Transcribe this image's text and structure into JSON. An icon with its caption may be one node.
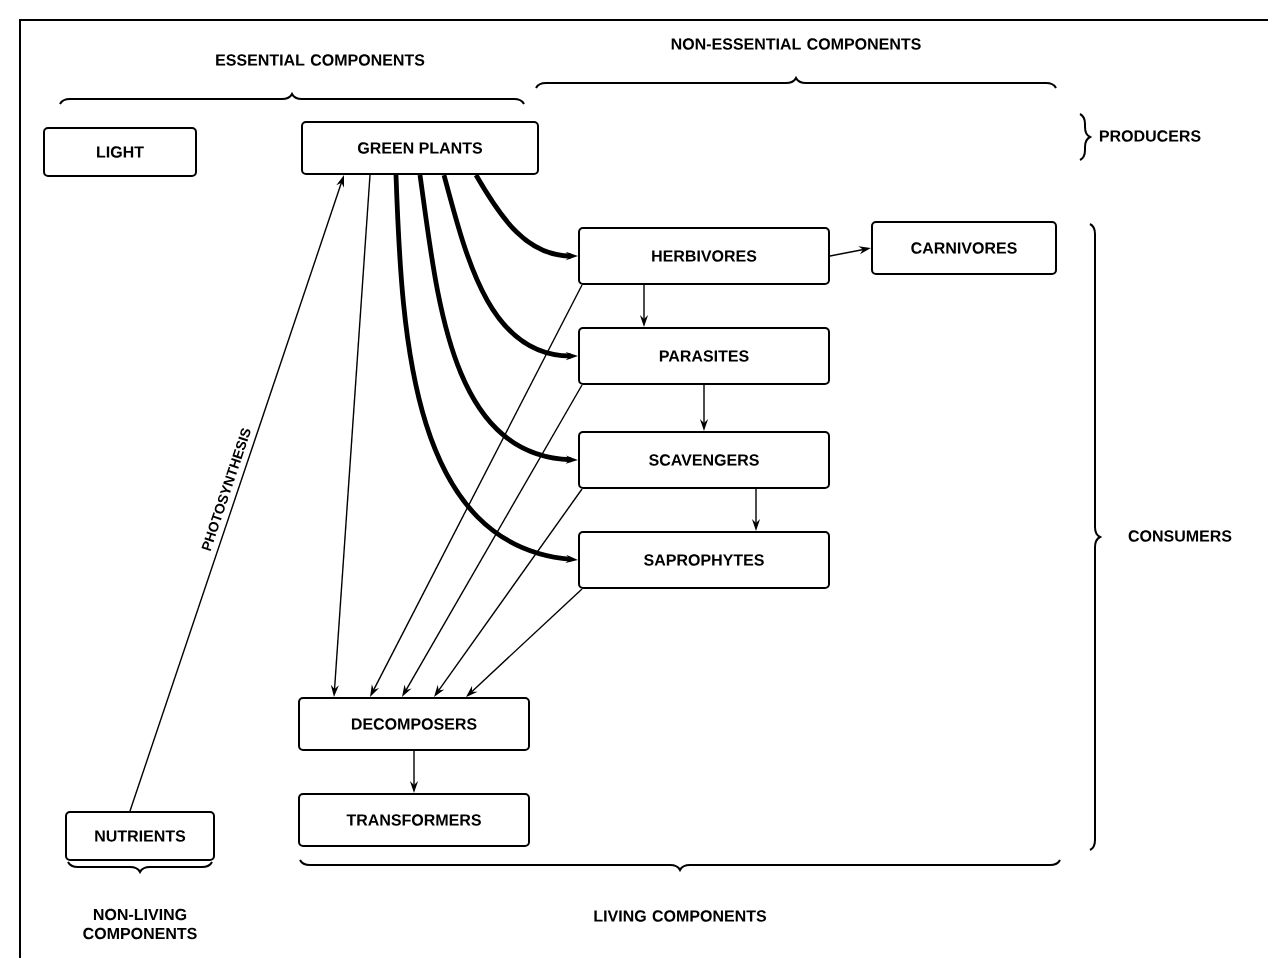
{
  "diagram": {
    "nodes": [
      {
        "text": [
          "LIGHT"
        ]
      },
      {
        "text": [
          "GREEN PLANTS"
        ]
      },
      {
        "text": [
          "HERBIVORES"
        ]
      },
      {
        "text": [
          "CARNIVORES"
        ]
      },
      {
        "text": [
          "PARASITES"
        ]
      },
      {
        "text": [
          "SCAVENGERS"
        ]
      },
      {
        "text": [
          "SAPROPHYTES"
        ]
      },
      {
        "text": [
          "DECOMPOSERS"
        ]
      },
      {
        "text": [
          "NUTRIENTS"
        ]
      },
      {
        "text": [
          "TRANSFORMERS"
        ]
      }
    ],
    "edges": [
      {
        "from": 8,
        "to": 1,
        "arrow": "to",
        "label": "PHOTOSYNTHESIS"
      },
      {
        "from": 1,
        "to": 2,
        "arrow": "to",
        "style": "thick"
      },
      {
        "from": 1,
        "to": 4,
        "arrow": "to",
        "style": "thick"
      },
      {
        "from": 1,
        "to": 5,
        "arrow": "to",
        "style": "thick"
      },
      {
        "from": 1,
        "to": 6,
        "arrow": "to",
        "style": "thick"
      },
      {
        "from": 1,
        "to": 7,
        "arrow": "to"
      },
      {
        "from": 2,
        "to": 3,
        "arrow": "to"
      },
      {
        "from": 2,
        "to": 4,
        "arrow": "to"
      },
      {
        "from": 4,
        "to": 5,
        "arrow": "to"
      },
      {
        "from": 5,
        "to": 6,
        "arrow": "to"
      },
      {
        "from": 2,
        "to": 7,
        "arrow": "to"
      },
      {
        "from": 4,
        "to": 7,
        "arrow": "to"
      },
      {
        "from": 5,
        "to": 7,
        "arrow": "to"
      },
      {
        "from": 6,
        "to": 7,
        "arrow": "to"
      },
      {
        "from": 7,
        "to": 9,
        "arrow": "to"
      }
    ],
    "labels": [
      "ESSENTIAL COMPONENTS",
      "NON-ESSENTIAL COMPONENTS",
      "PRODUCERS",
      "CONSUMERS",
      "NON-LIVING COMPONENTS",
      "LIVING COMPONENTS"
    ]
  }
}
